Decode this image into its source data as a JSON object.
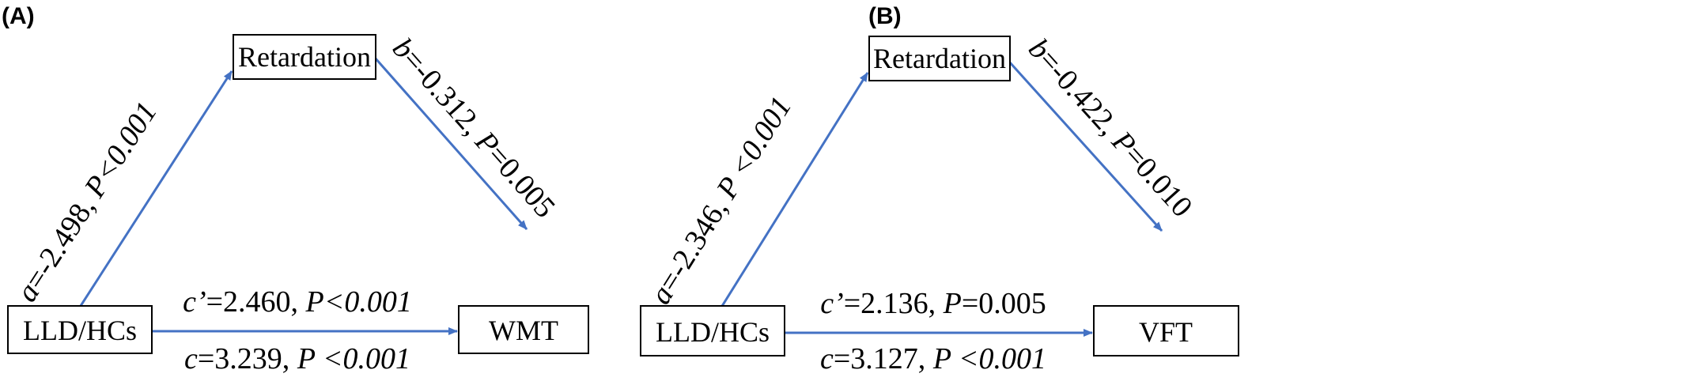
{
  "panels": [
    {
      "label": "(A)",
      "mediator": "Retardation",
      "predictor": "LLD/HCs",
      "outcome": "WMT",
      "path_a": {
        "sym": "a",
        "value": "=-2.498, ",
        "p_sym": "P",
        "p_value": "<0.001"
      },
      "path_b": {
        "sym": "b",
        "value": "=-0.312, ",
        "p_sym": "P",
        "p_value": "=0.005"
      },
      "path_c_prime": {
        "sym": "c’",
        "value": "=2.460, ",
        "p_sym": "P",
        "p_value": "<0.001"
      },
      "path_c": {
        "sym": "c",
        "value": "=3.239, ",
        "p_sym": "P",
        "p_value": " <0.001"
      }
    },
    {
      "label": "(B)",
      "mediator": "Retardation",
      "predictor": "LLD/HCs",
      "outcome": "VFT",
      "path_a": {
        "sym": "a",
        "value": "=-2.346, ",
        "p_sym": "P",
        "p_value": " <0.001"
      },
      "path_b": {
        "sym": "b",
        "value": "=-0.422, ",
        "p_sym": "P",
        "p_value": "=0.010"
      },
      "path_c_prime": {
        "sym": "c’",
        "value": "=2.136, ",
        "p_sym": "P",
        "p_value": "=0.005"
      },
      "path_c": {
        "sym": "c",
        "value": "=3.127, ",
        "p_sym": "P",
        "p_value": " <0.001"
      }
    }
  ],
  "colors": {
    "arrow": "#4472C4",
    "box_border": "#000000",
    "text": "#000000"
  }
}
